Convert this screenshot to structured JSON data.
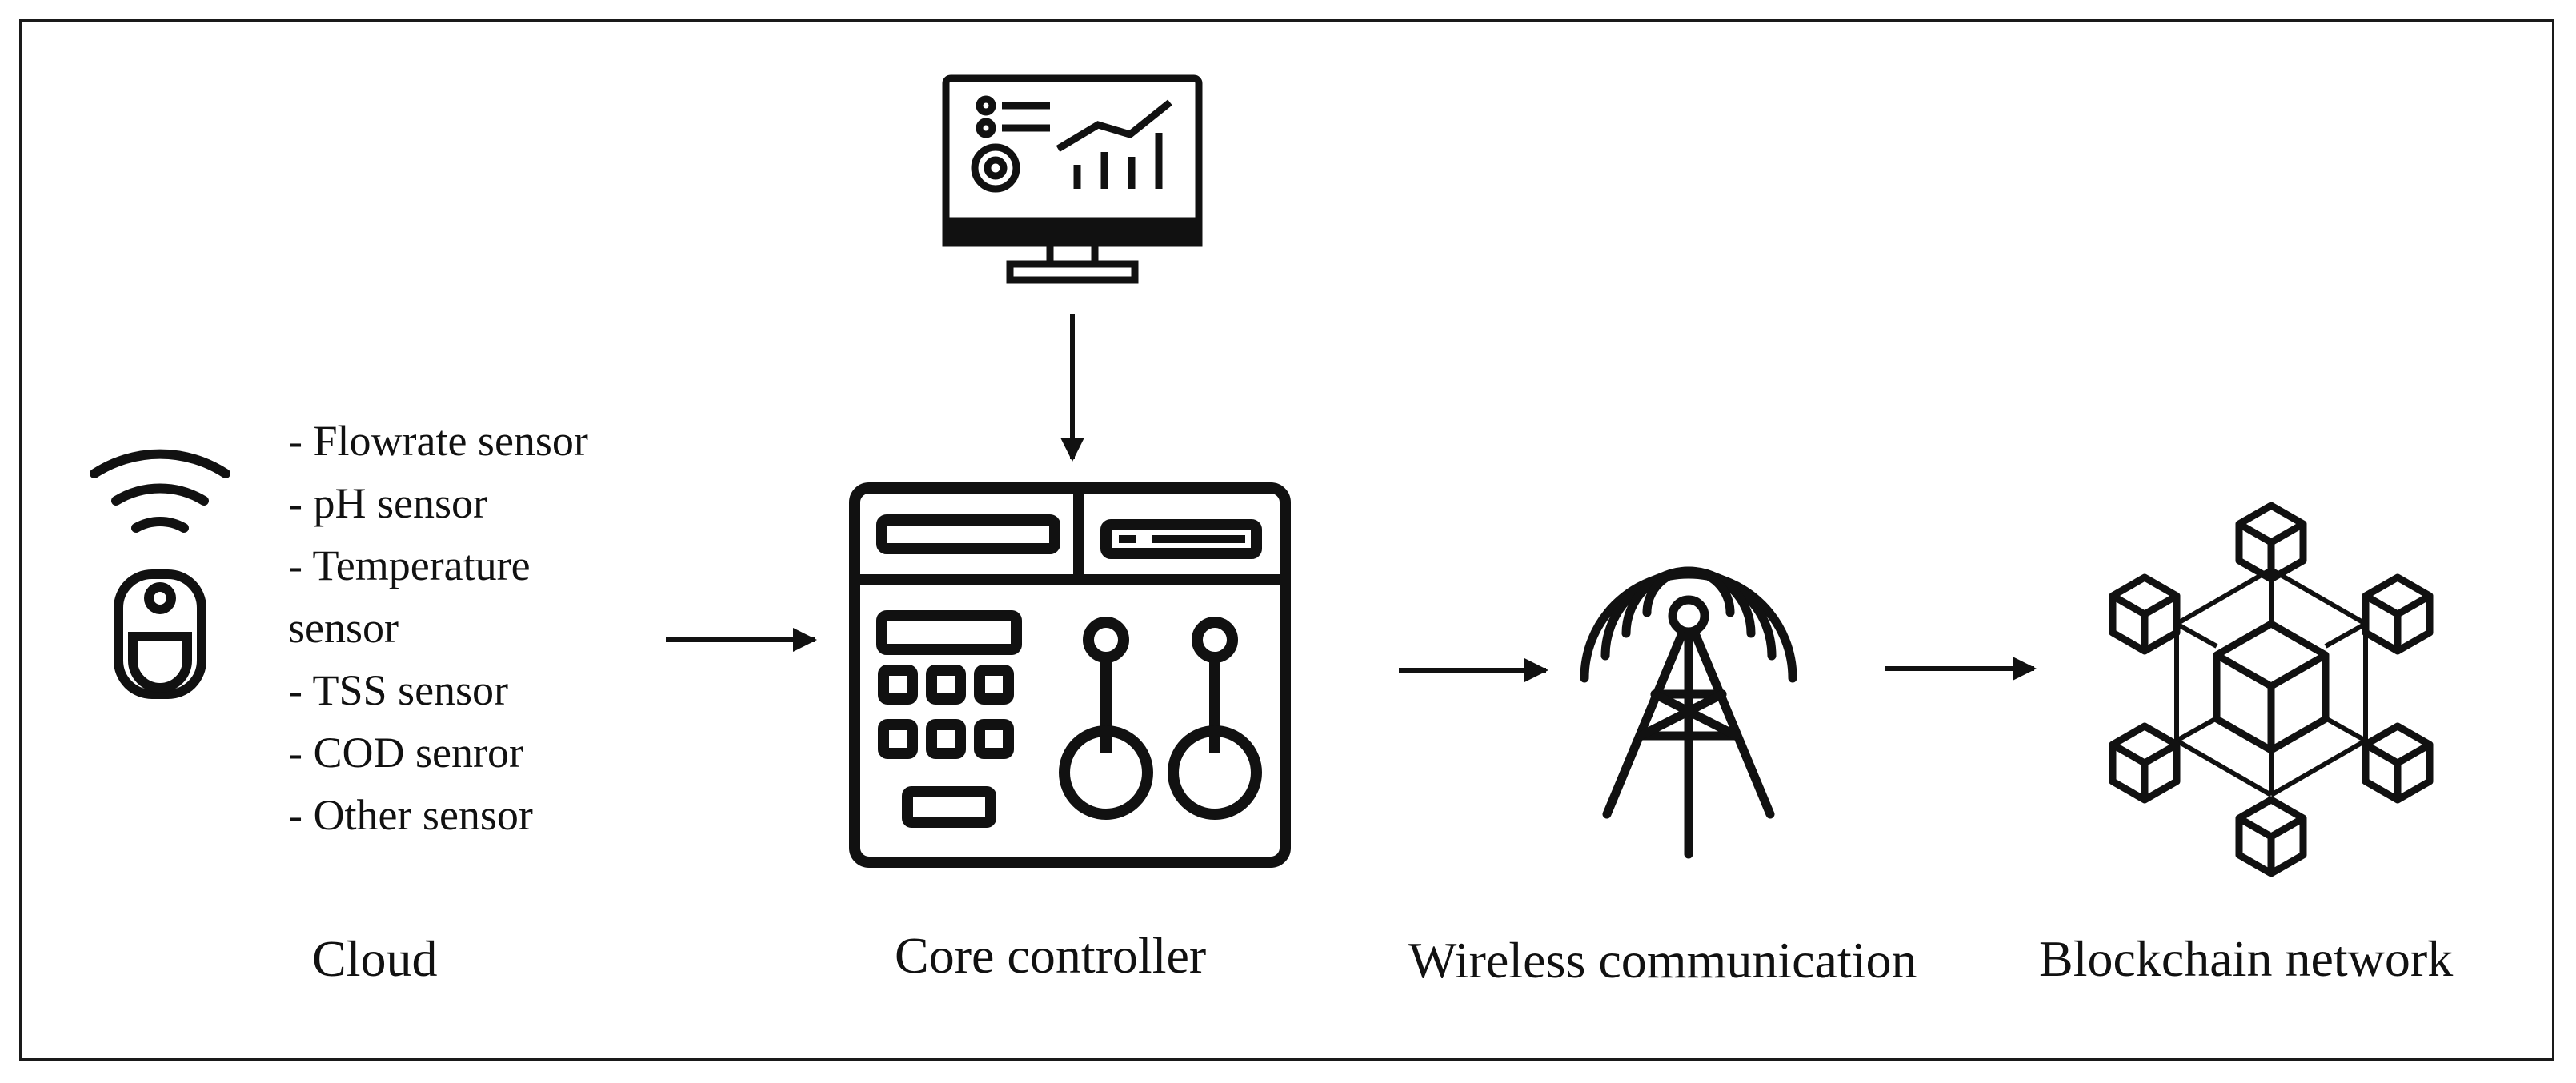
{
  "sensor_list": [
    "- Flowrate sensor",
    "- pH sensor",
    "- Temperature",
    "sensor",
    "- TSS sensor",
    "- COD senror",
    "- Other sensor"
  ],
  "captions": {
    "cloud": "Cloud",
    "core_controller": "Core controller",
    "wireless_communication": "Wireless communication",
    "blockchain_network": "Blockchain network"
  },
  "icons": {
    "sensor": "wireless-sensor-icon",
    "monitor": "dashboard-monitor-icon",
    "controller": "control-panel-icon",
    "tower": "radio-tower-icon",
    "blockchain": "blockchain-cubes-icon"
  },
  "colors": {
    "stroke": "#111111",
    "background": "#ffffff"
  }
}
